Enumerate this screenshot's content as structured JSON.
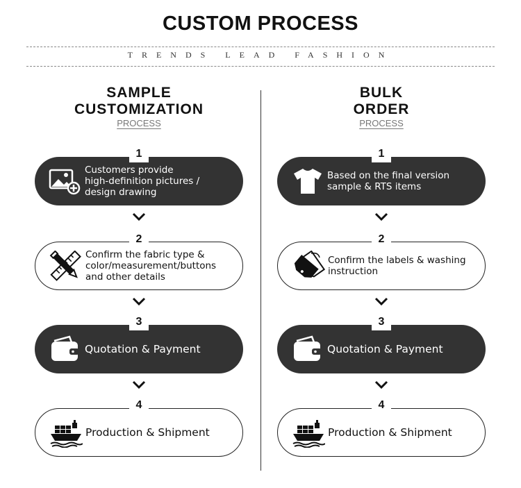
{
  "title": "CUSTOM PROCESS",
  "tagline": "TRENDS LEAD FASHION",
  "columns": [
    {
      "heading_line1": "SAMPLE",
      "heading_line2": "CUSTOMIZATION",
      "subheading": "PROCESS",
      "steps": [
        {
          "number": "1",
          "text": "Customers provide\nhigh-definition pictures /\ndesign drawing",
          "style": "dark",
          "icon": "image-add-icon"
        },
        {
          "number": "2",
          "text": "Confirm the fabric type &\ncolor/measurement/buttons\nand other details",
          "style": "light",
          "icon": "pencil-ruler-icon"
        },
        {
          "number": "3",
          "text": "Quotation & Payment",
          "style": "dark",
          "icon": "wallet-icon"
        },
        {
          "number": "4",
          "text": "Production &  Shipment",
          "style": "light",
          "icon": "cargo-ship-icon"
        }
      ]
    },
    {
      "heading_line1": "BULK",
      "heading_line2": "ORDER",
      "subheading": "PROCESS",
      "steps": [
        {
          "number": "1",
          "text": "Based on the final version\nsample & RTS items",
          "style": "dark",
          "icon": "tshirt-icon"
        },
        {
          "number": "2",
          "text": "Confirm the labels & washing\ninstruction",
          "style": "light",
          "icon": "hang-tag-icon"
        },
        {
          "number": "3",
          "text": "Quotation & Payment",
          "style": "dark",
          "icon": "wallet-icon"
        },
        {
          "number": "4",
          "text": "Production &  Shipment",
          "style": "light",
          "icon": "cargo-ship-icon"
        }
      ]
    }
  ],
  "colors": {
    "dark_pill": "#333333",
    "text": "#111111",
    "subheading": "#777777"
  }
}
